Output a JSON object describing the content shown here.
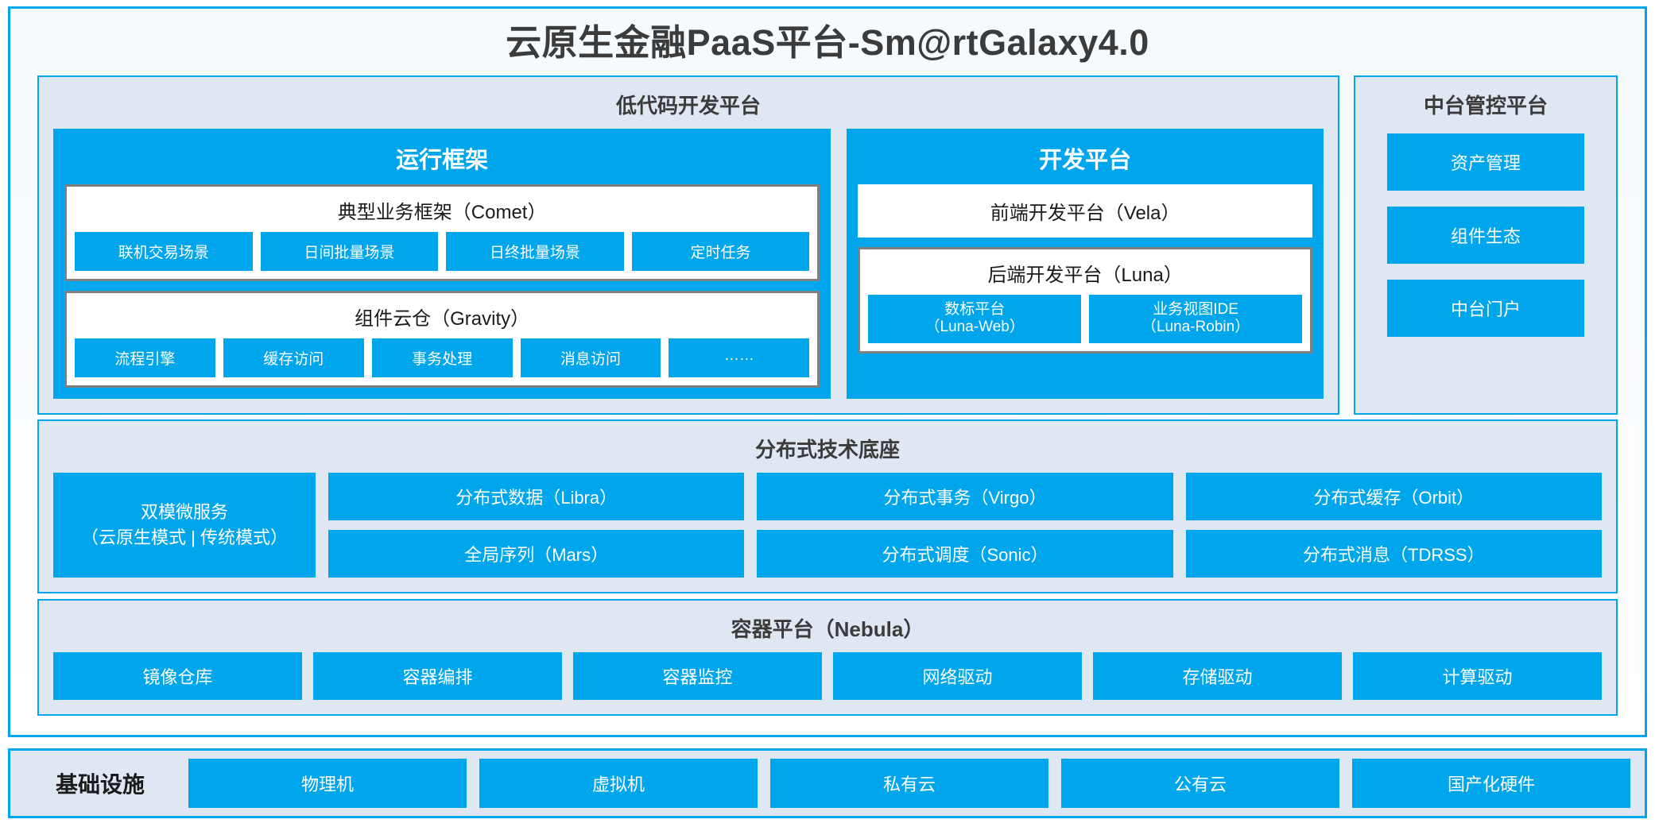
{
  "platform": {
    "title": "云原生金融PaaS平台-Sm@rtGalaxy4.0",
    "accent_color": "#00A6EB",
    "panel_bg_color": "#DFE7F3"
  },
  "lowcode": {
    "title": "低代码开发平台",
    "runtime": {
      "title": "运行框架",
      "comet": {
        "title": "典型业务框架（Comet）",
        "chips": [
          "联机交易场景",
          "日间批量场景",
          "日终批量场景",
          "定时任务"
        ]
      },
      "gravity": {
        "title": "组件云仓（Gravity）",
        "chips": [
          "流程引擎",
          "缓存访问",
          "事务处理",
          "消息访问",
          "……"
        ]
      }
    },
    "devplatform": {
      "title": "开发平台",
      "frontend": "前端开发平台（Vela）",
      "backend": {
        "title": "后端开发平台（Luna）",
        "chips": [
          {
            "line1": "数标平台",
            "line2": "（Luna-Web）"
          },
          {
            "line1": "业务视图IDE",
            "line2": "（Luna-Robin）"
          }
        ]
      }
    }
  },
  "midoffice": {
    "title": "中台管控平台",
    "items": [
      "资产管理",
      "组件生态",
      "中台门户"
    ]
  },
  "distributed": {
    "title": "分布式技术底座",
    "microservice": {
      "line1": "双模微服务",
      "line2": "（云原生模式 | 传统模式）"
    },
    "columns": [
      [
        "分布式数据（Libra）",
        "全局序列（Mars）"
      ],
      [
        "分布式事务（Virgo）",
        "分布式调度（Sonic）"
      ],
      [
        "分布式缓存（Orbit）",
        "分布式消息（TDRSS）"
      ]
    ]
  },
  "container": {
    "title": "容器平台（Nebula）",
    "chips": [
      "镜像仓库",
      "容器编排",
      "容器监控",
      "网络驱动",
      "存储驱动",
      "计算驱动"
    ]
  },
  "infrastructure": {
    "label": "基础设施",
    "chips": [
      "物理机",
      "虚拟机",
      "私有云",
      "公有云",
      "国产化硬件"
    ]
  }
}
